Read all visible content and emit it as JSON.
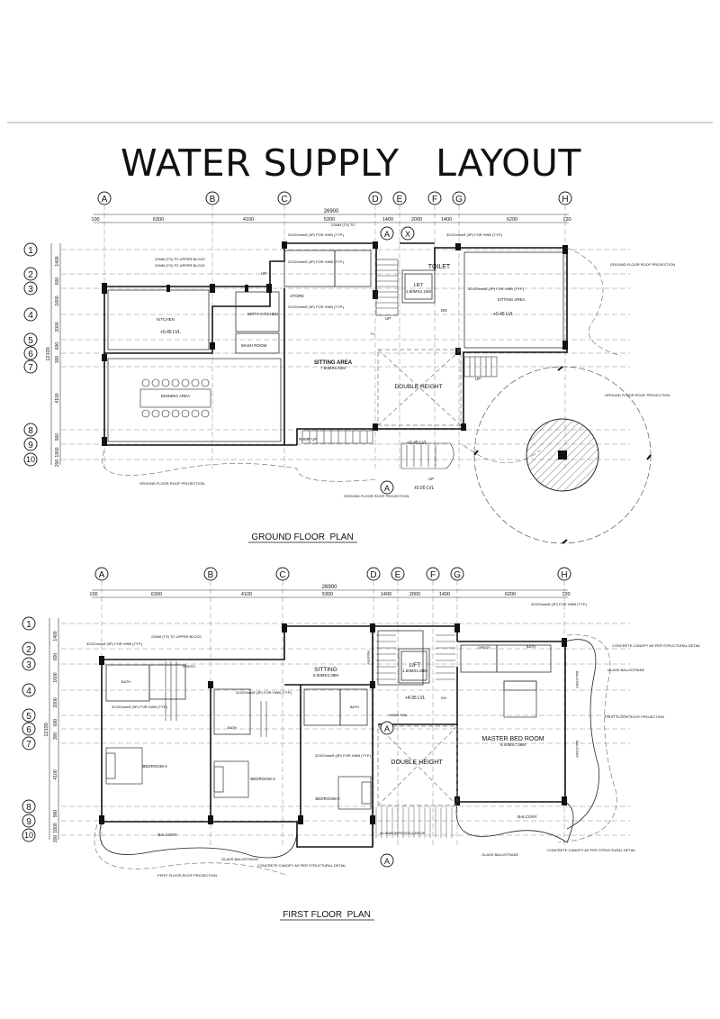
{
  "sheet_title": "WATER SUPPLY   LAYOUT",
  "grid_letters": [
    "A",
    "B",
    "C",
    "D",
    "E",
    "F",
    "G",
    "H"
  ],
  "grid_numbers": [
    "1",
    "2",
    "3",
    "4",
    "5",
    "6",
    "7",
    "8",
    "9",
    "10"
  ],
  "horizontal_dims": [
    "100",
    "6300",
    "4100",
    "5300",
    "1400",
    "2000",
    "1400",
    "6200",
    "120"
  ],
  "overall_width": "26900",
  "vertical_dims": [
    "1400",
    "600",
    "1600",
    "2000",
    "600",
    "300",
    "4100",
    "900",
    "1800",
    "200"
  ],
  "overall_depth": "12100",
  "ground_floor": {
    "caption": "GROUND FLOOR  PLAN",
    "rooms": {
      "sitting_area": "SITTING AREA",
      "sitting_area_size": "7.80MX5.42M",
      "double_height": "DOUBLE HEIGHT",
      "lift": "LIFT",
      "lift_size": "1.80MX2.10M",
      "toilet": "TOILET",
      "sitting_area_2": "SITTING AREA",
      "kitchen": "KITCHEN",
      "dining": "DINNING AREA",
      "store": "STORE",
      "dirty_kitchen": "DIRTY KITCHEN",
      "wash_room": "WASH ROOM",
      "tv": "TV"
    },
    "levels": [
      "+0.45 LVL",
      "+0.45 LVL",
      "+0.45 LVL",
      "±0.00 LVL"
    ],
    "labels": {
      "up": "UP",
      "ramp_up": "RAMP UP",
      "dn": "DN",
      "upper_block": "22MM (TS) TO UPPER BLOCK",
      "upper_block_2": "22MM (TS) TO UPPER BLOCK",
      "inlet": "22MM (TS) TO",
      "dia_1": "32X20mmØ (3P) FOR HWB (TYP.)",
      "dia_2": "32X20mmØ (3P) FOR HWB (TYP.)",
      "dia_3": "32X20mmØ (3P) FOR HWB (TYP.)",
      "dia_4": "32X20mmØ (3P) FOR HWB (TYP.)",
      "dia_5": "32X20mmØ (3P) FOR HWB (TYP.)",
      "roof_proj_1": "GROUND FLOOR ROOF PROJECTION",
      "roof_proj_2": "GROUND FLOOR ROOF PROJECTION",
      "roof_proj_3": "GROUND FLOOR ROOF PROJECTION",
      "roof_proj_4": "GROUND FLOOR ROOF PROJECTION",
      "section_a": "A",
      "section_x": "X"
    }
  },
  "first_floor": {
    "caption": "FIRST FLOOR  PLAN",
    "rooms": {
      "sitting": "SITTING",
      "sitting_size": "6.00MX4.38M",
      "lift": "LIFT",
      "lift_size": "1.50MX1.80M",
      "double_height": "DOUBLE HEIGHT",
      "master_bed": "MASTER BED ROOM",
      "master_bed_size": "6.00MX7.38M",
      "bedroom_4": "BEDROOM-4",
      "bedroom_3": "BEDROOM-3",
      "bedroom_2": "BEDROOM-2",
      "bath_1": "BATH",
      "bath_2": "BATH",
      "bath_3": "BATH",
      "bath_4": "BATH",
      "dress_1": "DRESS",
      "dress_2": "DRESS",
      "pantry": "PANTRY",
      "balcony_1": "BALCONY",
      "balcony_2": "BALCONY",
      "balcony_3": "BALCONY",
      "balcony_4": "BALCONY"
    },
    "levels": [
      "+4.95 LVL"
    ],
    "labels": {
      "hand_rail": "HAND RAIL",
      "dn": "DN",
      "pergola": "ALUMINIUM PERGOLA ABOVE",
      "glass_1": "GLASS BALUSTRADE",
      "glass_2": "GLASS BALUSTRADE",
      "glass_3": "GLASS BALUSTRADE",
      "canopy_1": "CONCRETE CANOPY AS PER STRUCTURAL DETAIL",
      "canopy_2": "CONCRETE CANOPY AS PER STRUCTURAL DETAIL",
      "canopy_3": "CONCRETE CANOPY AS PER STRUCTURAL DETAIL",
      "roof_proj_1": "FIRST FLOOR ROOF PROJECTION",
      "roof_proj_2": "FIRST FLOOR ROOF PROJECTION",
      "upper_block": "22MM (TS) TO UPPER BLOCK",
      "dia_1": "32X20mmØ (3P) FOR HWB (TYP.)",
      "dia_2": "32X20mmØ (3P) FOR HWB (TYP.)",
      "dia_3": "32X20mmØ (3P) FOR HWB (TYP.)",
      "dia_4": "32X20mmØ (3P) FOR HWB (TYP.)",
      "dia_5": "32X20mmØ (3P) FOR HWB (TYP.)",
      "section_a": "A",
      "section_a_2": "A"
    }
  }
}
